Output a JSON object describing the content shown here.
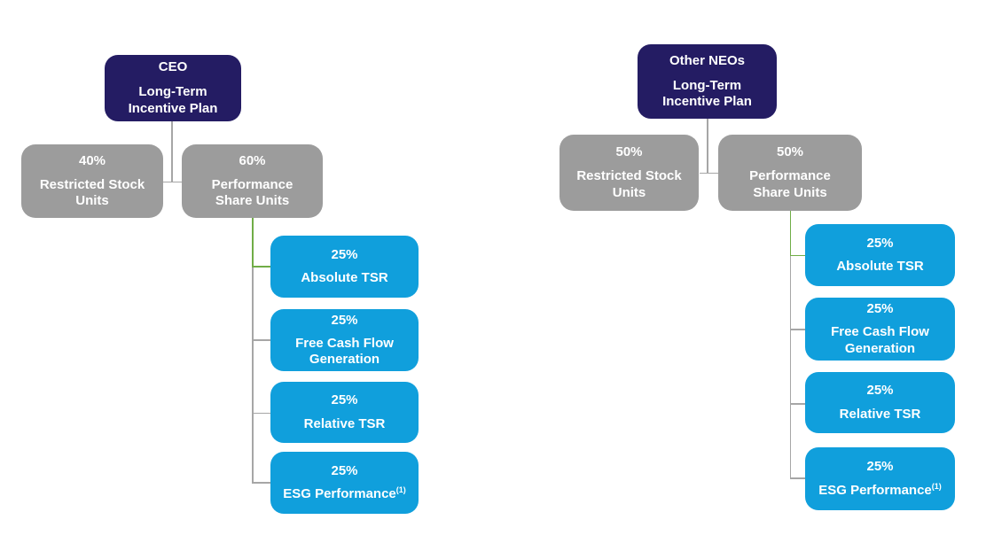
{
  "colors": {
    "navy": "#241c63",
    "gray": "#9c9c9c",
    "blue": "#109fdc",
    "connector_gray": "#a6a6a6",
    "connector_green": "#70ad47"
  },
  "diagrams": [
    {
      "name": "CEO Long-Term Incentive Plan",
      "root": {
        "title": "CEO",
        "subtitle": "Long-Term Incentive Plan"
      },
      "children": [
        {
          "pct": "40%",
          "label": "Restricted Stock Units"
        },
        {
          "pct": "60%",
          "label": "Performance Share Units"
        }
      ],
      "metrics": [
        {
          "pct": "25%",
          "label": "Absolute TSR"
        },
        {
          "pct": "25%",
          "label": "Free Cash Flow Generation"
        },
        {
          "pct": "25%",
          "label": "Relative TSR"
        },
        {
          "pct": "25%",
          "label": "ESG Performance",
          "sup": "(1)"
        }
      ]
    },
    {
      "name": "Other NEOs Long-Term Incentive Plan",
      "root": {
        "title": "Other NEOs",
        "subtitle": "Long-Term Incentive Plan"
      },
      "children": [
        {
          "pct": "50%",
          "label": "Restricted Stock Units"
        },
        {
          "pct": "50%",
          "label": "Performance Share Units"
        }
      ],
      "metrics": [
        {
          "pct": "25%",
          "label": "Absolute TSR"
        },
        {
          "pct": "25%",
          "label": "Free Cash Flow Generation"
        },
        {
          "pct": "25%",
          "label": "Relative TSR"
        },
        {
          "pct": "25%",
          "label": "ESG Performance",
          "sup": "(1)"
        }
      ]
    }
  ]
}
